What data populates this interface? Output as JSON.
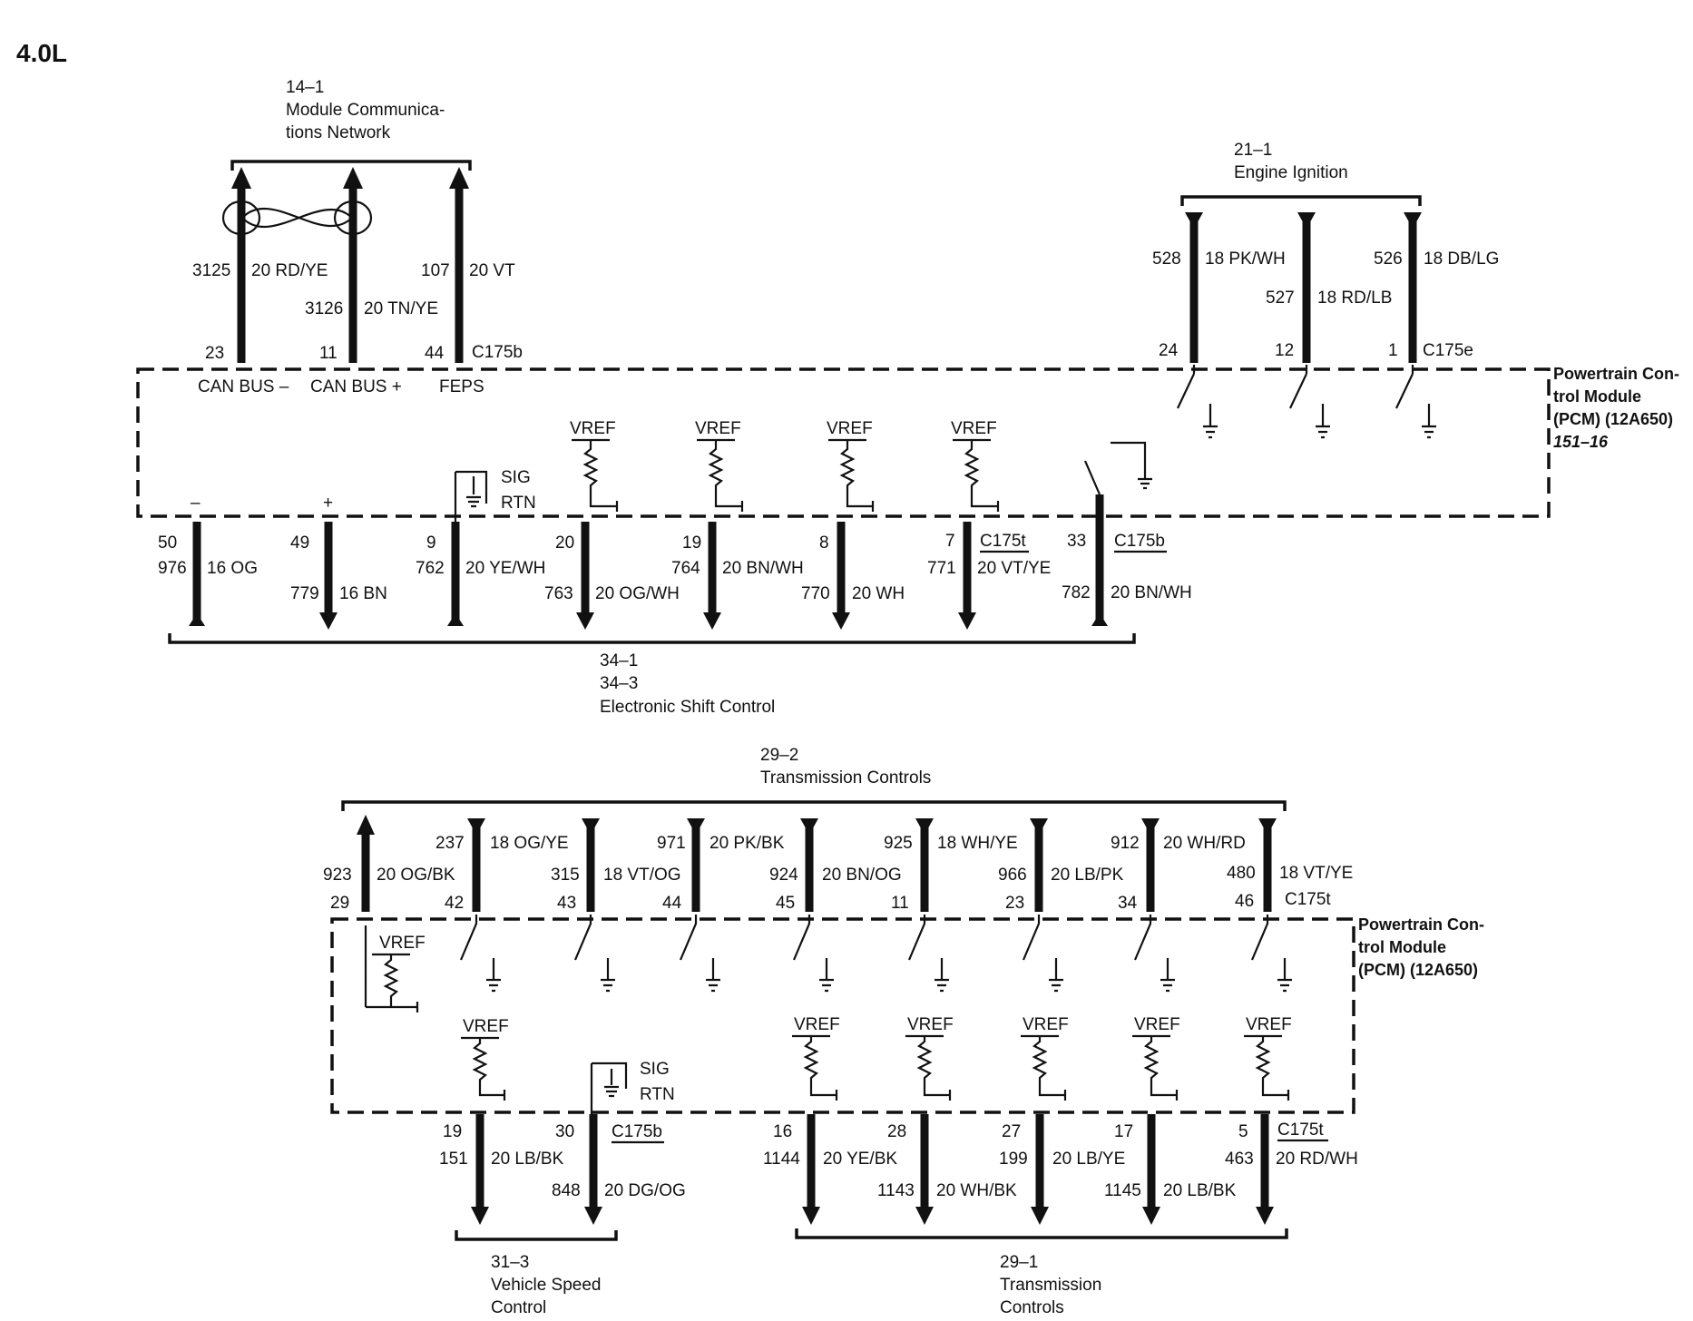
{
  "engine": "4.0L",
  "pcm_label": {
    "line1": "Powertrain Con-",
    "line2": "trol Module",
    "line3": "(PCM) (12A650)",
    "ref": "151–16"
  },
  "vref_label": "VREF",
  "sig_label": "SIG",
  "rtn_label": "RTN",
  "top": {
    "network": {
      "ref": "14–1",
      "title1": "Module Communica-",
      "title2": "tions Network"
    },
    "ignition": {
      "ref": "21–1",
      "title": "Engine Ignition"
    },
    "shift": {
      "ref1": "34–1",
      "ref2": "34–3",
      "title": "Electronic Shift Control"
    },
    "c_network": "C175b",
    "c_ignition": "C175e",
    "c_shift_t": "C175t",
    "c_shift_b": "C175b",
    "up_wires": [
      {
        "pin": "23",
        "circuit": "3125",
        "color": "20 RD/YE",
        "signal": "CAN BUS –"
      },
      {
        "pin": "11",
        "circuit": "3126",
        "color": "20 TN/YE",
        "signal": "CAN BUS +"
      },
      {
        "pin": "44",
        "circuit": "107",
        "color": "20 VT",
        "signal": "FEPS"
      },
      {
        "pin": "24",
        "circuit": "528",
        "color": "18 PK/WH"
      },
      {
        "pin": "12",
        "circuit": "527",
        "color": "18 RD/LB"
      },
      {
        "pin": "1",
        "circuit": "526",
        "color": "18 DB/LG"
      }
    ],
    "down_wires": [
      {
        "pin": "50",
        "circuit": "976",
        "color": "16 OG",
        "polarity": "–"
      },
      {
        "pin": "49",
        "circuit": "779",
        "color": "16 BN",
        "polarity": "+"
      },
      {
        "pin": "9",
        "circuit": "762",
        "color": "20 YE/WH"
      },
      {
        "pin": "20",
        "circuit": "763",
        "color": "20 OG/WH"
      },
      {
        "pin": "19",
        "circuit": "764",
        "color": "20 BN/WH"
      },
      {
        "pin": "8",
        "circuit": "770",
        "color": "20 WH"
      },
      {
        "pin": "7",
        "circuit": "771",
        "color": "20 VT/YE"
      },
      {
        "pin": "33",
        "circuit": "782",
        "color": "20 BN/WH"
      }
    ]
  },
  "bottom": {
    "trans_top": {
      "ref": "29–2",
      "title": "Transmission Controls"
    },
    "trans_bottom": {
      "ref": "29–1",
      "title1": "Transmission",
      "title2": "Controls"
    },
    "speed": {
      "ref": "31–3",
      "title1": "Vehicle Speed",
      "title2": "Control"
    },
    "c_top": "C175t",
    "c_speed": "C175b",
    "c_trans": "C175t",
    "up_wires": [
      {
        "pin": "29",
        "circuit": "923",
        "color": "20 OG/BK"
      },
      {
        "pin": "42",
        "circuit": "237",
        "color": "18 OG/YE"
      },
      {
        "pin": "43",
        "circuit": "315",
        "color": "18 VT/OG"
      },
      {
        "pin": "44",
        "circuit": "971",
        "color": "20 PK/BK"
      },
      {
        "pin": "45",
        "circuit": "924",
        "color": "20 BN/OG"
      },
      {
        "pin": "11",
        "circuit": "925",
        "color": "18 WH/YE"
      },
      {
        "pin": "23",
        "circuit": "966",
        "color": "20 LB/PK"
      },
      {
        "pin": "34",
        "circuit": "912",
        "color": "20 WH/RD"
      },
      {
        "pin": "46",
        "circuit": "480",
        "color": "18 VT/YE"
      }
    ],
    "down_wires": [
      {
        "pin": "19",
        "circuit": "151",
        "color": "20 LB/BK"
      },
      {
        "pin": "30",
        "circuit": "848",
        "color": "20 DG/OG"
      },
      {
        "pin": "16",
        "circuit": "1144",
        "color": "20 YE/BK"
      },
      {
        "pin": "28",
        "circuit": "1143",
        "color": "20 WH/BK"
      },
      {
        "pin": "27",
        "circuit": "199",
        "color": "20 LB/YE"
      },
      {
        "pin": "17",
        "circuit": "1145",
        "color": "20 LB/BK"
      },
      {
        "pin": "5",
        "circuit": "463",
        "color": "20 RD/WH"
      }
    ]
  }
}
